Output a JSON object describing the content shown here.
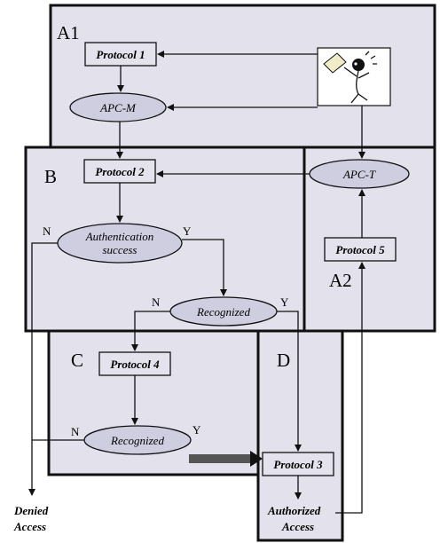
{
  "regions": {
    "a1": "A1",
    "b": "B",
    "c": "C",
    "d": "D",
    "a2": "A2"
  },
  "boxes": {
    "protocol1": "Protocol 1",
    "protocol2": "Protocol 2",
    "protocol3": "Protocol 3",
    "protocol4": "Protocol 4",
    "protocol5": "Protocol 5"
  },
  "ellipses": {
    "apc_m": "APC-M",
    "apc_t": "APC-T",
    "auth_line1": "Authentication",
    "auth_line2": "success",
    "recognized_b": "Recognized",
    "recognized_c": "Recognized"
  },
  "edge_labels": {
    "auth_no": "N",
    "auth_yes": "Y",
    "recog_b_no": "N",
    "recog_b_yes": "Y",
    "recog_c_no": "N",
    "recog_c_yes": "Y"
  },
  "outcomes": {
    "denied_line1": "Denied",
    "denied_line2": "Access",
    "authorized_line1": "Authorized",
    "authorized_line2": "Access"
  },
  "icons": {
    "figure": "person-with-envelope-icon"
  }
}
